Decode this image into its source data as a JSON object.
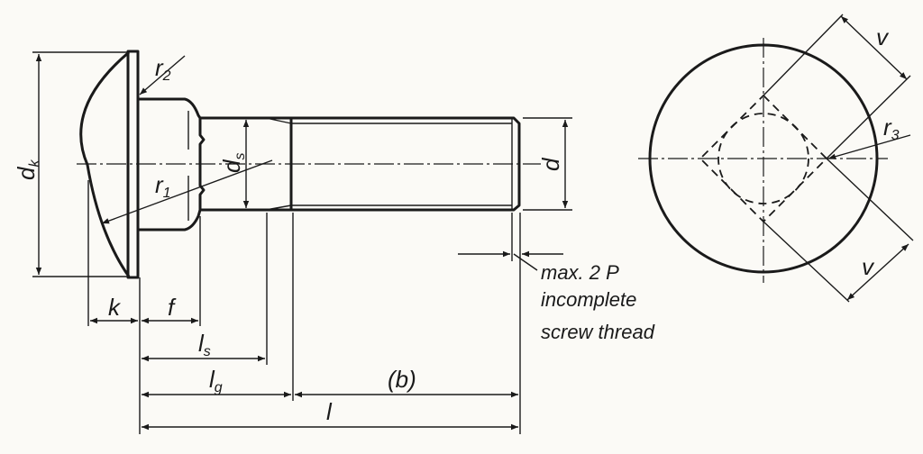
{
  "labels": {
    "dk": "d",
    "dk_sub": "k",
    "r2": "r",
    "r2_sub": "2",
    "r1": "r",
    "r1_sub": "1",
    "ds": "d",
    "ds_sub": "s",
    "d": "d",
    "r3": "r",
    "r3_sub": "3",
    "v_top": "v",
    "v_bottom": "v",
    "k": "k",
    "f": "f",
    "ls": "l",
    "ls_sub": "s",
    "lg": "l",
    "lg_sub": "g",
    "b": "(b)",
    "l": "l"
  },
  "note": {
    "line1": "max. 2 P",
    "line2": "incomplete",
    "line3": "screw thread"
  }
}
